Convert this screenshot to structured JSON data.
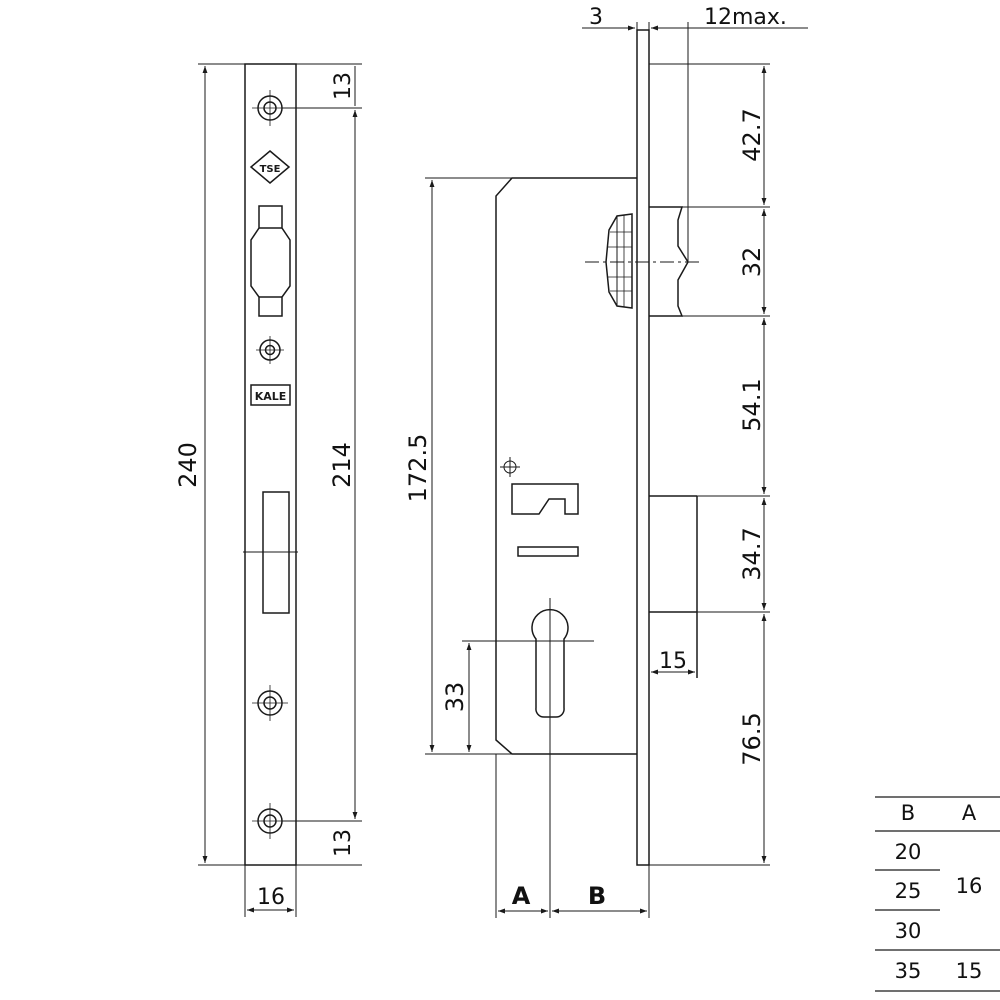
{
  "dimensions": {
    "faceplate_length": "240",
    "hole_spacing": "214",
    "top_hole_offset": "13",
    "bottom_hole_offset": "13",
    "faceplate_width": "16",
    "case_height": "172.5",
    "cylinder_to_bottom": "33",
    "faceplate_thickness": "3",
    "latch_projection": "12max.",
    "seg_top": "42.7",
    "seg_latch": "32",
    "seg_middle": "54.1",
    "seg_bolt": "34.7",
    "seg_bottom": "76.5",
    "bolt_throw": "15"
  },
  "axis_labels": {
    "a": "A",
    "b": "B"
  },
  "table": {
    "headers": [
      "B",
      "A"
    ],
    "b_values": [
      "20",
      "25",
      "30",
      "35"
    ],
    "a_values": [
      "16",
      "15"
    ]
  },
  "logos": {
    "tse": "TSE",
    "kale": "KALE"
  },
  "colors": {
    "line": "#1a1a1a",
    "background": "#ffffff"
  }
}
